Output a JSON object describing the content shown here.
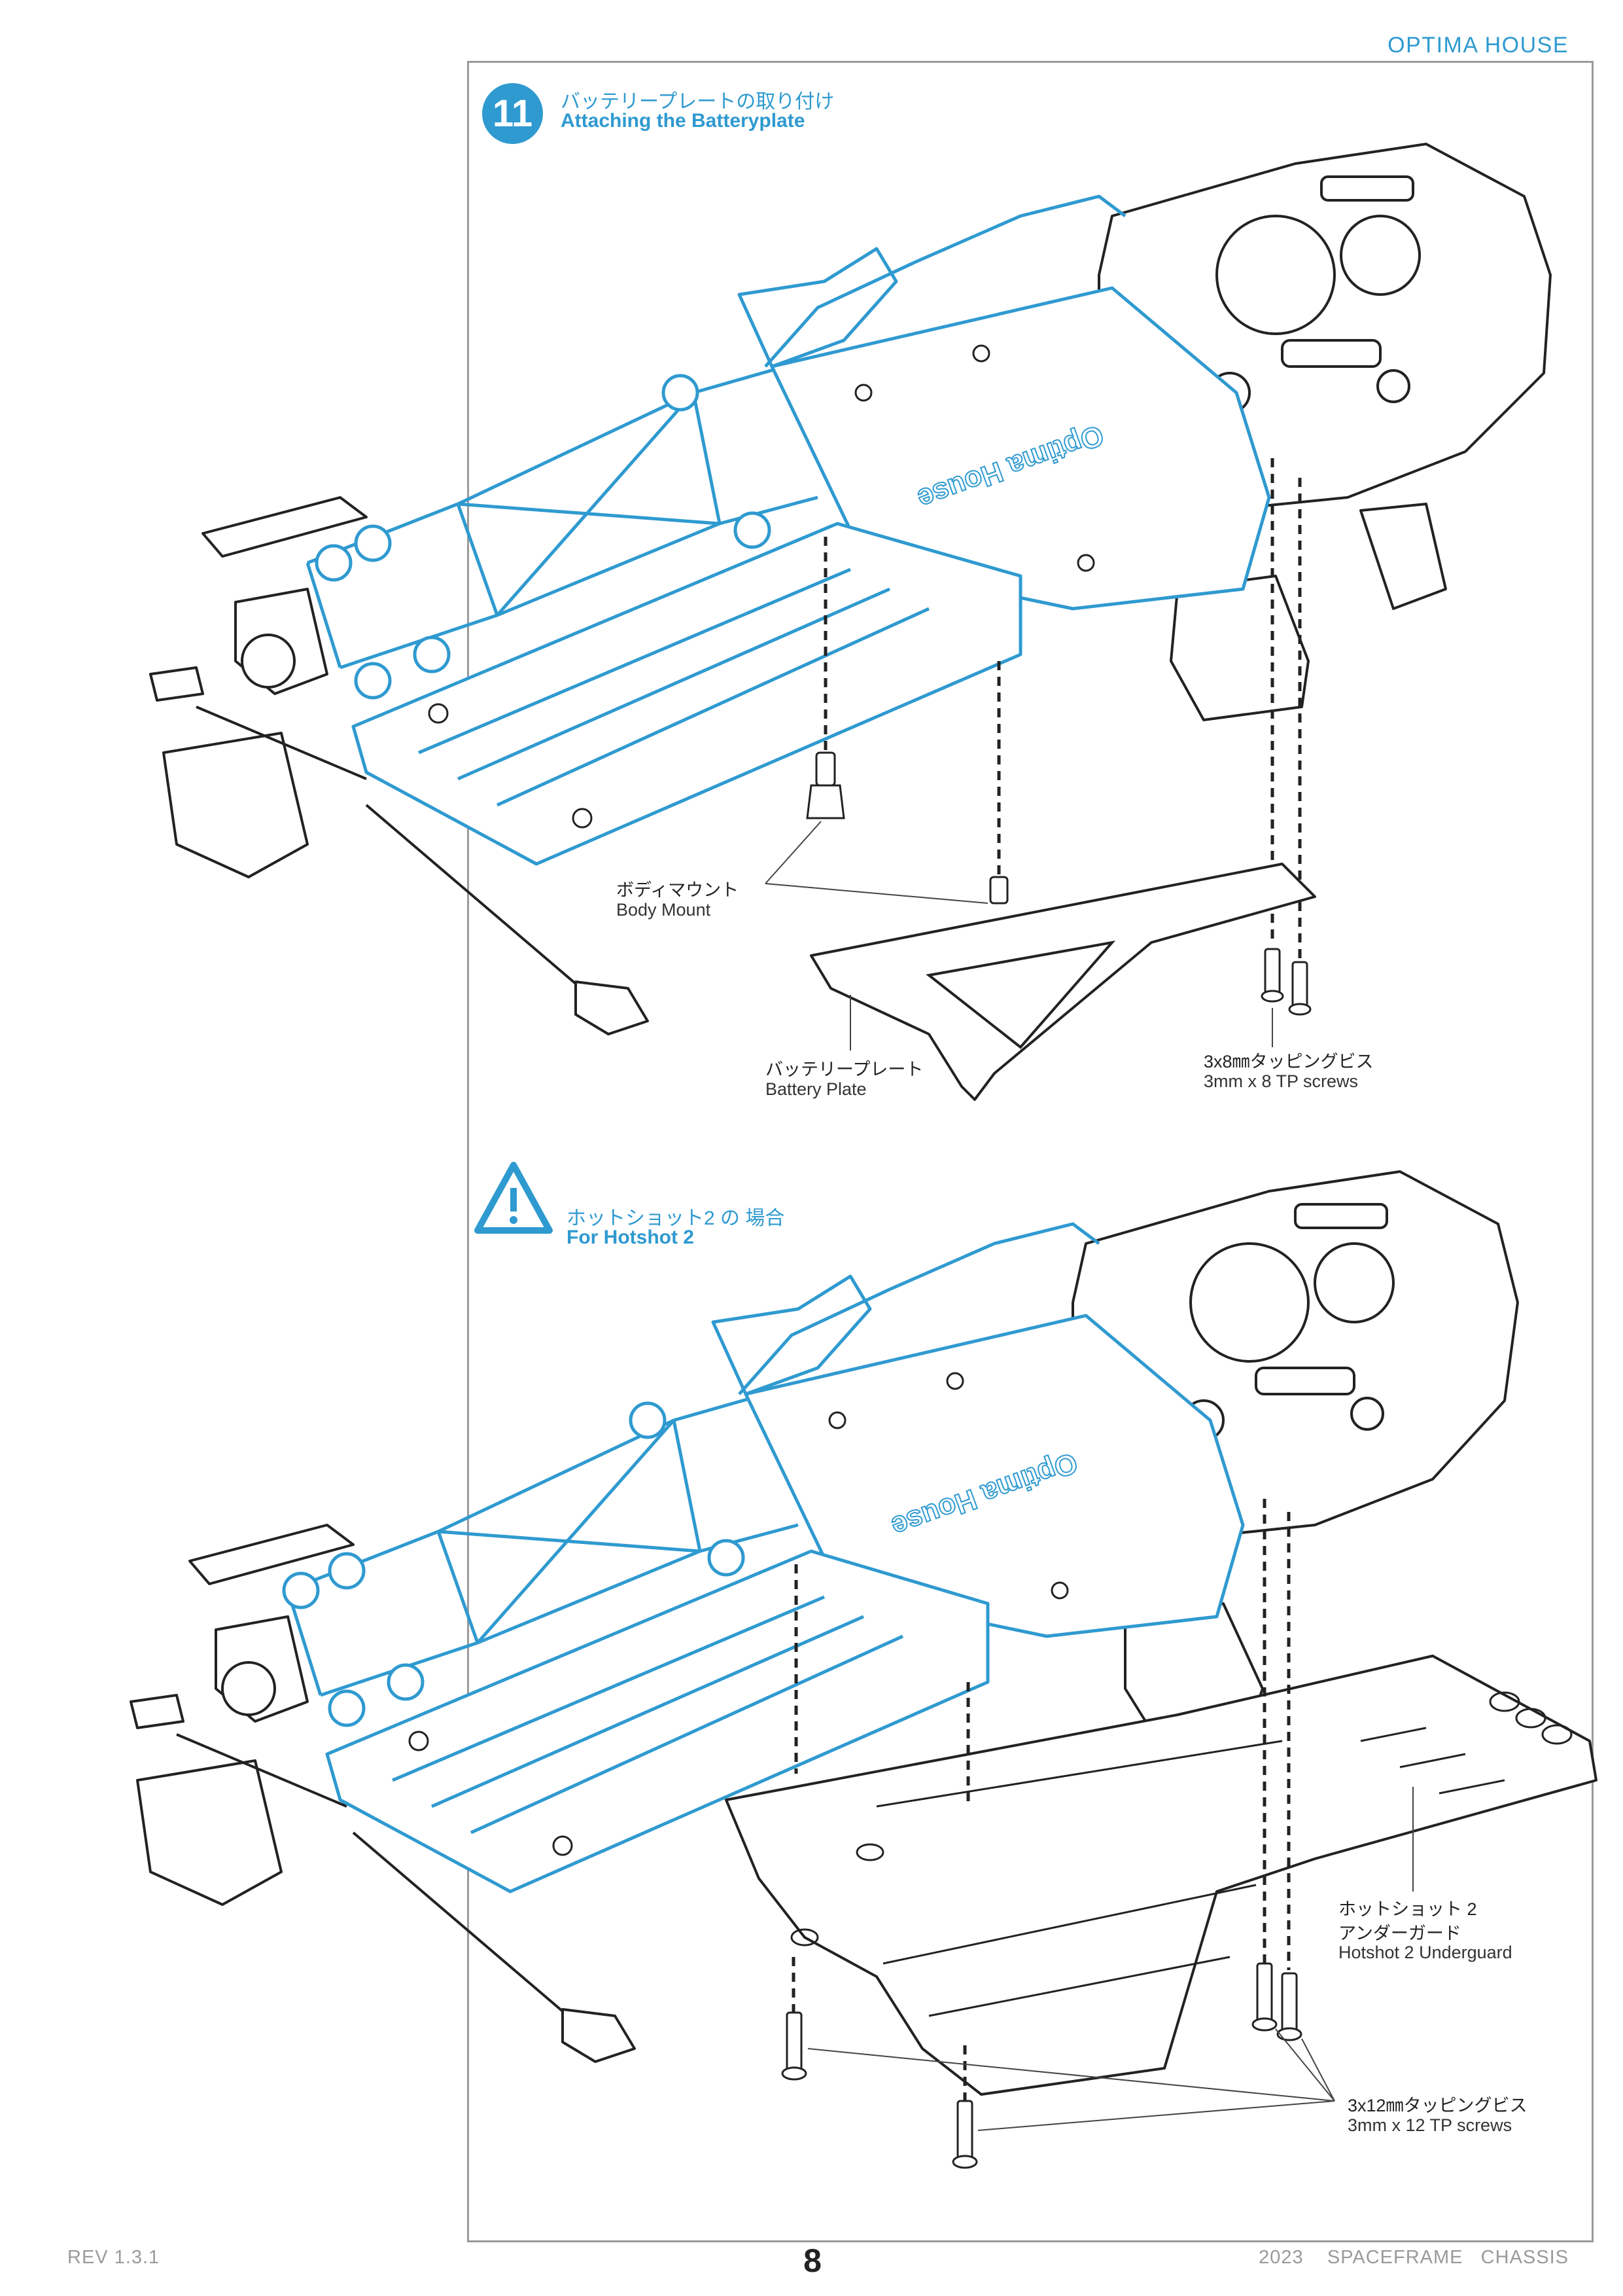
{
  "header": {
    "brand": "OPTIMA HOUSE"
  },
  "step": {
    "number": "11",
    "title_jp": "バッテリープレートの取り付け",
    "title_en": "Attaching the Batteryplate"
  },
  "callouts_top": {
    "body_mount_jp": "ボディマウント",
    "body_mount_en": "Body Mount",
    "battery_plate_jp": "バッテリープレート",
    "battery_plate_en": "Battery Plate",
    "screws_jp": "3x8㎜タッピングビス",
    "screws_en": "3mm x 8 TP screws"
  },
  "warning": {
    "icon": "warning-triangle-icon",
    "title_jp": "ホットショット2 の 場合",
    "title_en": "For Hotshot 2"
  },
  "callouts_bottom": {
    "underguard_jp1": "ホットショット 2",
    "underguard_jp2": "アンダーガード",
    "underguard_en": "Hotshot 2 Underguard",
    "screws_jp": "3x12㎜タッピングビス",
    "screws_en": "3mm x 12 TP screws"
  },
  "chassis_logo": "Optima House",
  "footer": {
    "revision": "REV 1.3.1",
    "page": "8",
    "product": "2023    SPACEFRAME   CHASSIS"
  },
  "colors": {
    "accent": "#2f9ad0",
    "line": "#222222",
    "frame": "#9a9a9a"
  }
}
